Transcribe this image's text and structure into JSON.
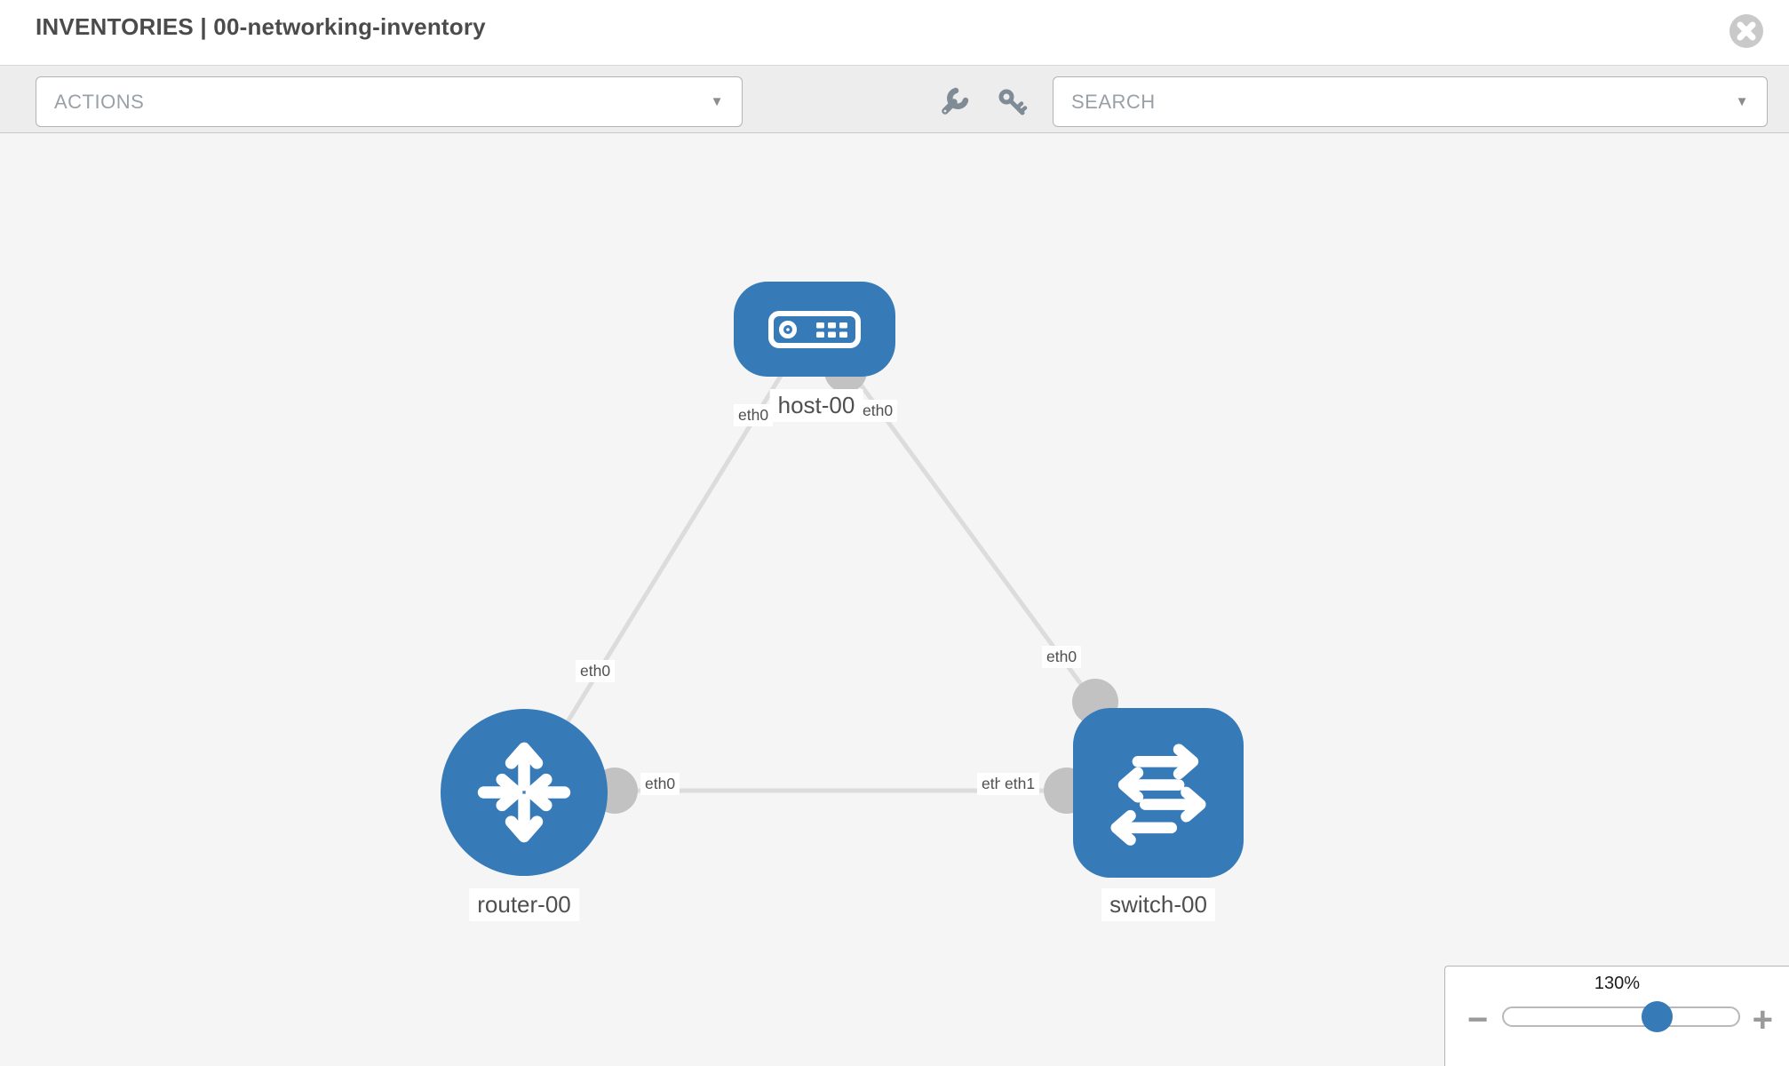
{
  "header": {
    "title": "INVENTORIES | 00-networking-inventory"
  },
  "toolbar": {
    "actions_label": "ACTIONS",
    "search_label": "SEARCH",
    "caret": "▼"
  },
  "topology": {
    "nodes": [
      {
        "name": "host-00",
        "type": "host"
      },
      {
        "name": "router-00",
        "type": "router"
      },
      {
        "name": "switch-00",
        "type": "switch"
      }
    ],
    "links": [
      {
        "from": "router-00",
        "to": "host-00",
        "from_interface": "eth0",
        "to_interface": "eth0"
      },
      {
        "from": "host-00",
        "to": "switch-00",
        "from_interface": "eth0",
        "to_interface": "eth0"
      },
      {
        "from": "router-00",
        "to": "switch-00",
        "from_interface": "eth0",
        "to_interface": "eth1"
      }
    ],
    "interface_labels": {
      "host_left": "eth0",
      "host_right": "eth0",
      "router_link_mid": "eth0",
      "switch_link_mid": "eth0",
      "router_port": "eth0",
      "switch_port_under": "eth0",
      "switch_port": "eth1"
    }
  },
  "zoom_control": {
    "level": "130%",
    "minus": "−",
    "plus": "+"
  },
  "colors": {
    "node-blue": "#377ab8",
    "canvas-bg": "#f5f5f5",
    "toolbar-bg": "#ededed",
    "link-gray": "#dcdcdc",
    "port-gray": "#c2c2c2",
    "chip-text": "#4f4f4f",
    "muted-text": "#9aa0a5",
    "icon-gray": "#7f8b95",
    "border-gray": "#b5b5b5"
  }
}
